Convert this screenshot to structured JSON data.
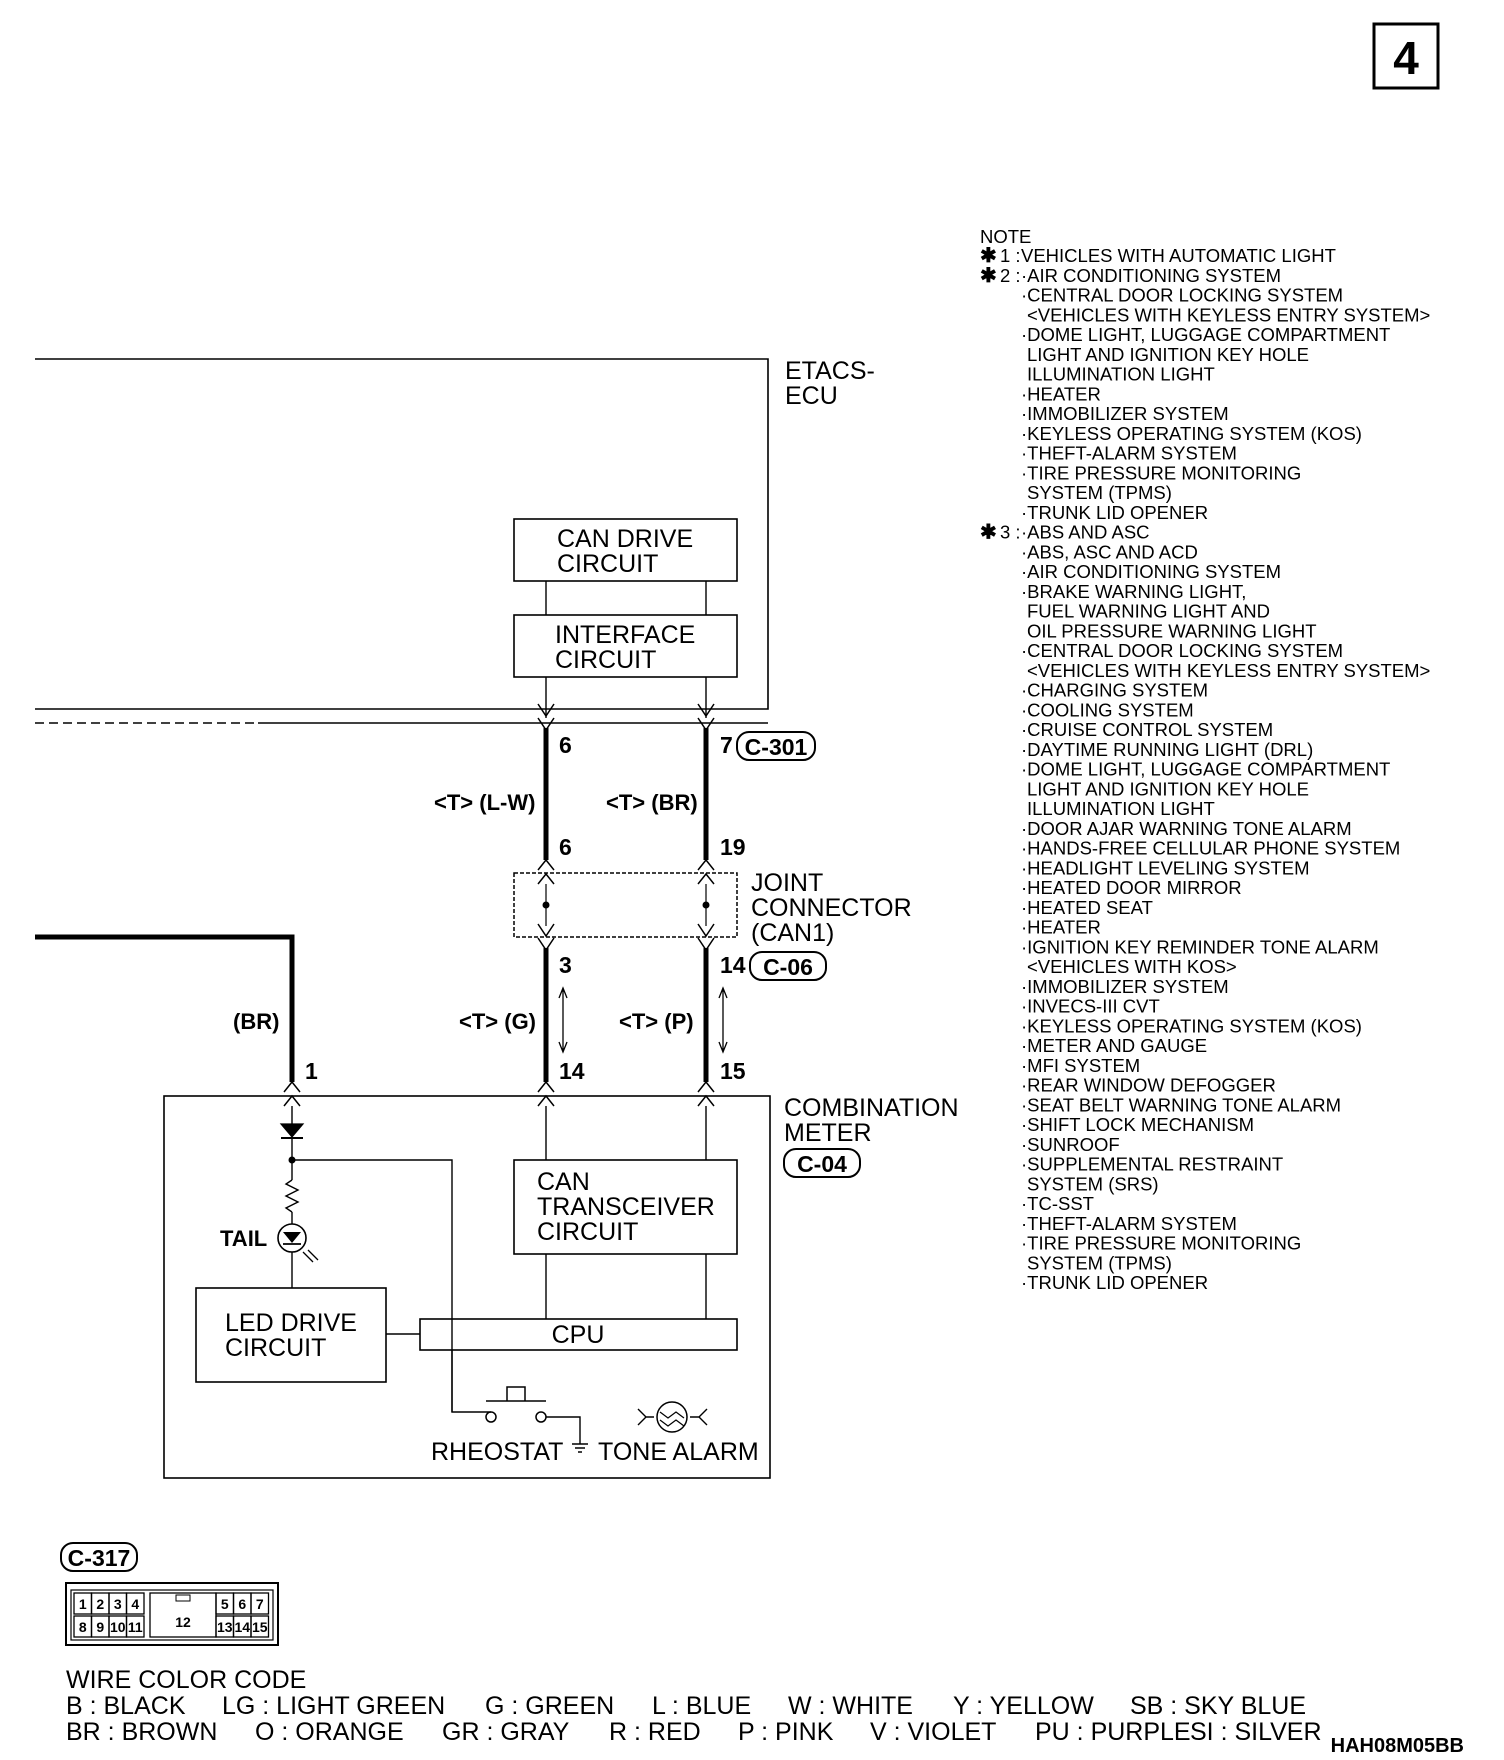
{
  "page_number": "4",
  "drawing_code": "HAH08M05BB",
  "components": {
    "etacs_ecu": [
      "ETACS-",
      "ECU"
    ],
    "can_drive": [
      "CAN DRIVE",
      "CIRCUIT"
    ],
    "interface": [
      "INTERFACE",
      "CIRCUIT"
    ],
    "joint_connector": [
      "JOINT",
      "CONNECTOR",
      "(CAN1)"
    ],
    "combination_meter": [
      "COMBINATION",
      "METER"
    ],
    "can_transceiver": [
      "CAN",
      "TRANSCEIVER",
      "CIRCUIT"
    ],
    "led_drive": [
      "LED DRIVE",
      "CIRCUIT"
    ],
    "cpu": "CPU",
    "tail": "TAIL",
    "rheostat": "RHEOSTAT",
    "tone_alarm": "TONE ALARM"
  },
  "connectors": {
    "c301": "C-301",
    "c06": "C-06",
    "c04": "C-04",
    "c317": "C-317"
  },
  "pins": {
    "p6a": "6",
    "p7": "7",
    "p6b": "6",
    "p19": "19",
    "p3": "3",
    "p14a": "14",
    "p1": "1",
    "p14b": "14",
    "p15": "15"
  },
  "wires": {
    "lw": "<T> (L-W)",
    "br_top": "<T> (BR)",
    "g": "<T> (G)",
    "p": "<T> (P)",
    "br_left": "(BR)"
  },
  "connector_pins": {
    "top": [
      "1",
      "2",
      "3",
      "4",
      "5",
      "6",
      "7"
    ],
    "bottom": [
      "8",
      "9",
      "10",
      "11",
      "13",
      "14",
      "15"
    ],
    "center": "12"
  },
  "notes": {
    "title": "NOTE",
    "marks": [
      "'1 :",
      "'2 :",
      "'3 :"
    ],
    "lines": [
      "VEHICLES WITH AUTOMATIC LIGHT",
      "·AIR CONDITIONING SYSTEM",
      "·CENTRAL DOOR LOCKING SYSTEM",
      "<VEHICLES WITH KEYLESS ENTRY SYSTEM>",
      "·DOME LIGHT, LUGGAGE COMPARTMENT",
      "LIGHT AND IGNITION KEY HOLE",
      "ILLUMINATION LIGHT",
      "·HEATER",
      "·IMMOBILIZER SYSTEM",
      "·KEYLESS OPERATING SYSTEM (KOS)",
      "·THEFT-ALARM SYSTEM",
      "·TIRE PRESSURE MONITORING",
      "SYSTEM (TPMS)",
      "·TRUNK LID OPENER",
      "·ABS AND ASC",
      "·ABS, ASC AND ACD",
      "·AIR CONDITIONING SYSTEM",
      "·BRAKE WARNING LIGHT,",
      "FUEL WARNING LIGHT AND",
      "OIL PRESSURE WARNING LIGHT",
      "·CENTRAL DOOR LOCKING SYSTEM",
      "<VEHICLES WITH KEYLESS ENTRY SYSTEM>",
      "·CHARGING SYSTEM",
      "·COOLING SYSTEM",
      "·CRUISE CONTROL SYSTEM",
      "·DAYTIME RUNNING LIGHT (DRL)",
      "·DOME LIGHT, LUGGAGE COMPARTMENT",
      "LIGHT AND IGNITION KEY HOLE",
      "ILLUMINATION LIGHT",
      "·DOOR AJAR WARNING TONE ALARM",
      "·HANDS-FREE CELLULAR PHONE SYSTEM",
      "·HEADLIGHT LEVELING SYSTEM",
      "·HEATED DOOR MIRROR",
      "·HEATED SEAT",
      "·HEATER",
      "·IGNITION KEY REMINDER TONE ALARM",
      "<VEHICLES WITH KOS>",
      "·IMMOBILIZER SYSTEM",
      "·INVECS-III CVT",
      "·KEYLESS OPERATING SYSTEM (KOS)",
      "·METER AND GAUGE",
      "·MFI SYSTEM",
      "·REAR WINDOW DEFOGGER",
      "·SEAT BELT WARNING TONE ALARM",
      "·SHIFT LOCK MECHANISM",
      "·SUNROOF",
      "·SUPPLEMENTAL RESTRAINT",
      "SYSTEM (SRS)",
      "·TC-SST",
      "·THEFT-ALARM SYSTEM",
      "·TIRE PRESSURE MONITORING",
      "SYSTEM (TPMS)",
      "·TRUNK LID OPENER"
    ]
  },
  "color_code": {
    "title": "WIRE COLOR CODE",
    "row1": [
      "B : BLACK",
      "LG : LIGHT GREEN",
      "G : GREEN",
      "L : BLUE",
      "W : WHITE",
      "Y : YELLOW",
      "SB : SKY BLUE"
    ],
    "row2": [
      "BR : BROWN",
      "O : ORANGE",
      "GR : GRAY",
      "R : RED",
      "P : PINK",
      "V : VIOLET",
      "PU : PURPLE",
      "SI : SILVER"
    ]
  }
}
